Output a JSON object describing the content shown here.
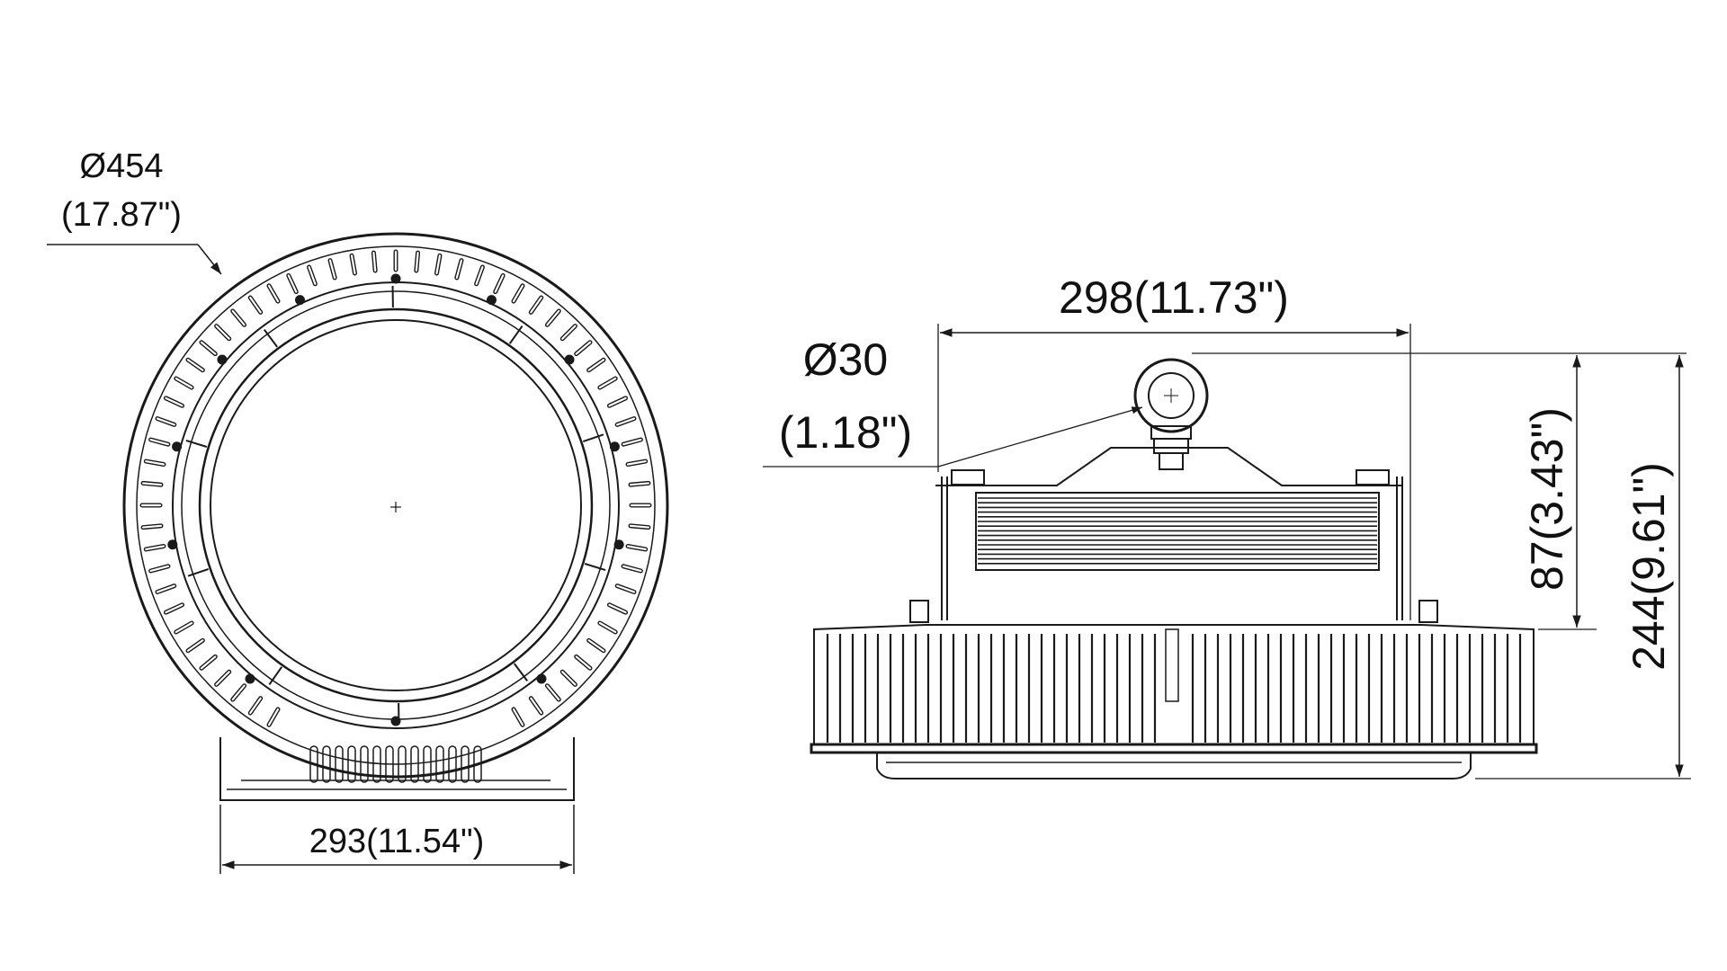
{
  "front_view": {
    "diameter_mm": "Ø454",
    "diameter_in": "(17.87\")",
    "width_label": "293(11.54\")"
  },
  "side_view": {
    "width_label": "298(11.73\")",
    "hook_mm": "Ø30",
    "hook_in": "(1.18\")",
    "bracket_height": "87(3.43\")",
    "total_height": "244(9.61\")"
  }
}
